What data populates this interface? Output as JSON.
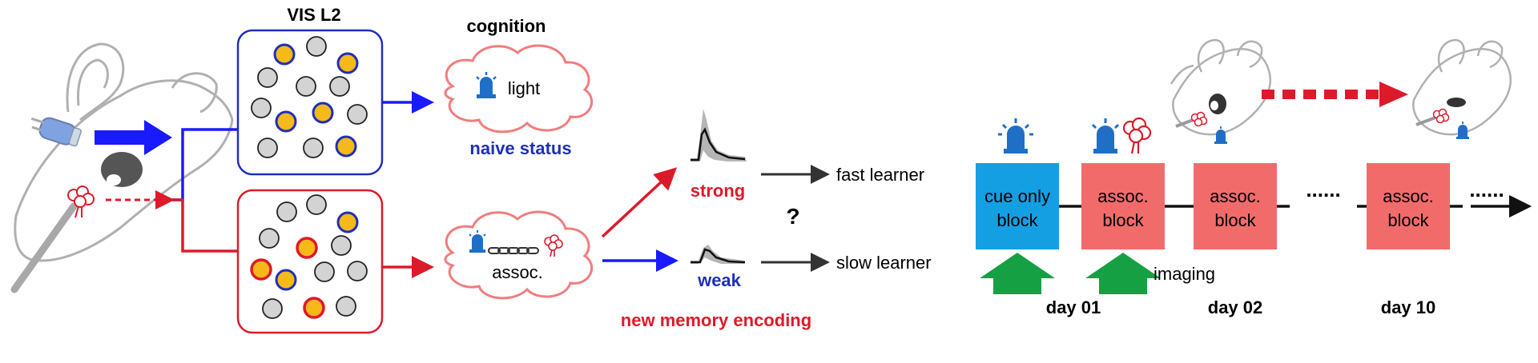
{
  "colors": {
    "blue": "#1a1aff",
    "navy": "#1f2fb8",
    "red": "#dd1a2a",
    "cloud": "#f07d7d",
    "cyan": "#149fe3",
    "salmon": "#f26b6b",
    "green": "#16a044",
    "yellow": "#f6b91a",
    "gray_fill": "#d3d3d3",
    "axis": "#111111"
  },
  "icons": {
    "bulb": "led-bulb-icon",
    "alarm": "alarm-light-icon",
    "flower": "odor-flower-icon",
    "chain": "chain-link-icon",
    "mouse": "mouse-head-icon"
  },
  "labels": {
    "vis_l2": "VIS L2",
    "cognition": "cognition",
    "light": "light",
    "naive_status": "naive status",
    "assoc": "assoc.",
    "strong": "strong",
    "weak": "weak",
    "question": "?",
    "fast_learner": "fast learner",
    "slow_learner": "slow learner",
    "new_memory_encoding": "new memory encoding"
  },
  "timeline": {
    "blocks": [
      {
        "line1": "cue only",
        "line2": "block"
      },
      {
        "line1": "assoc.",
        "line2": "block"
      },
      {
        "line1": "assoc.",
        "line2": "block"
      },
      {
        "line1": "assoc.",
        "line2": "block"
      }
    ],
    "ellipsis": "......",
    "imaging": "imaging",
    "days": [
      "day 01",
      "day 02",
      "day 10"
    ]
  }
}
